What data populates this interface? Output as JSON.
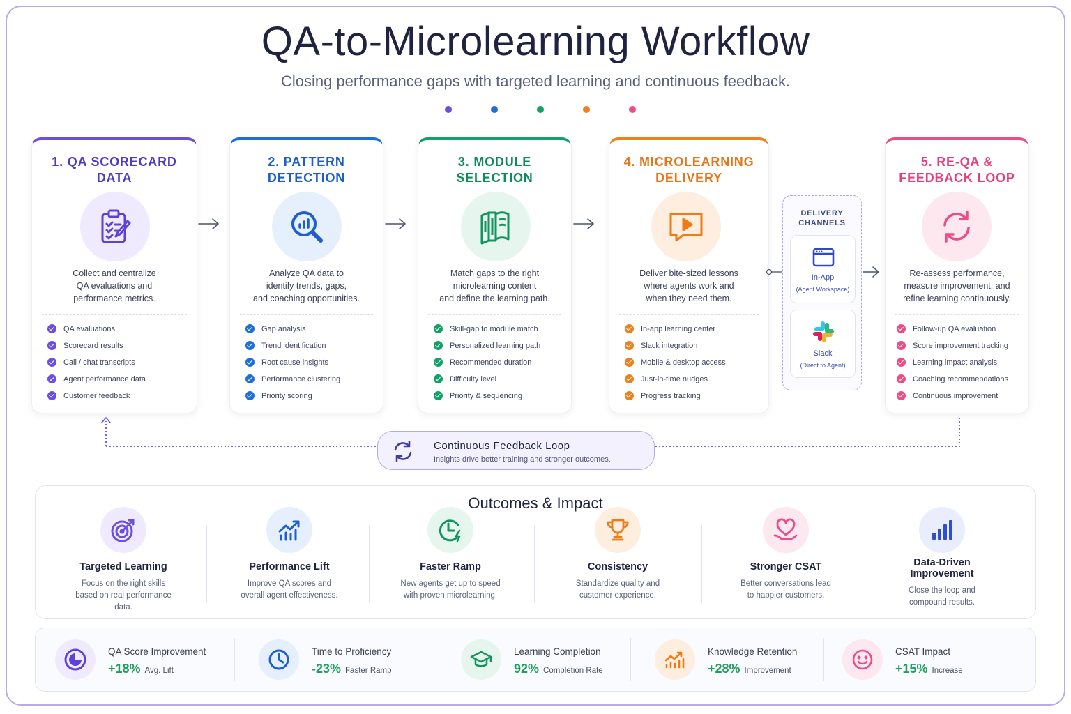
{
  "page": {
    "title": "QA-to-Microlearning Workflow",
    "subtitle": "Closing performance gaps with targeted learning and continuous feedback."
  },
  "colors": {
    "purple": "#6c4ee0",
    "blue": "#1e6fd9",
    "green": "#14a06a",
    "orange": "#f0801e",
    "pink": "#ec4d88",
    "metric_green": "#1e9f5c"
  },
  "steps": [
    {
      "number": "1.",
      "title_line1": "QA SCORECARD",
      "title_line2": "DATA",
      "icon": "clipboard-checklist-icon",
      "desc_lines": [
        "Collect and centralize",
        "QA evaluations and",
        "performance metrics."
      ],
      "items": [
        "QA evaluations",
        "Scorecard results",
        "Call / chat transcripts",
        "Agent performance data",
        "Customer feedback"
      ]
    },
    {
      "number": "2.",
      "title_line1": "PATTERN",
      "title_line2": "DETECTION",
      "icon": "magnifier-chart-icon",
      "desc_lines": [
        "Analyze QA data to",
        "identify trends, gaps,",
        "and coaching opportunities."
      ],
      "items": [
        "Gap analysis",
        "Trend identification",
        "Root cause insights",
        "Performance clustering",
        "Priority scoring"
      ]
    },
    {
      "number": "3.",
      "title_line1": "MODULE",
      "title_line2": "SELECTION",
      "icon": "book-modules-icon",
      "desc_lines": [
        "Match gaps to the right",
        "microlearning content",
        "and define the learning path."
      ],
      "items": [
        "Skill-gap to module match",
        "Personalized learning path",
        "Recommended duration",
        "Difficulty level",
        "Priority & sequencing"
      ]
    },
    {
      "number": "4.",
      "title_line1": "MICROLEARNING",
      "title_line2": "DELIVERY",
      "icon": "play-bubble-icon",
      "desc_lines": [
        "Deliver bite-sized lessons",
        "where agents work and",
        "when they need them."
      ],
      "items": [
        "In-app learning center",
        "Slack integration",
        "Mobile & desktop access",
        "Just-in-time nudges",
        "Progress tracking"
      ]
    },
    {
      "number": "5.",
      "title_line1": "RE-QA &",
      "title_line2": "FEEDBACK LOOP",
      "icon": "refresh-cycle-icon",
      "desc_lines": [
        "Re-assess performance,",
        "measure improvement, and",
        "refine learning continuously."
      ],
      "items": [
        "Follow-up QA evaluation",
        "Score improvement tracking",
        "Learning impact analysis",
        "Coaching recommendations",
        "Continuous improvement"
      ]
    }
  ],
  "channels": {
    "title_line1": "DELIVERY",
    "title_line2": "CHANNELS",
    "items": [
      {
        "name": "In-App",
        "sub": "(Agent Workspace)",
        "icon": "app-window-icon"
      },
      {
        "name": "Slack",
        "sub": "(Direct to Agent)",
        "icon": "slack-icon"
      }
    ]
  },
  "feedback_loop": {
    "title": "Continuous Feedback Loop",
    "subtitle": "Insights drive better training and stronger outcomes."
  },
  "outcomes": {
    "title": "Outcomes & Impact",
    "items": [
      {
        "name": "Targeted Learning",
        "desc_lines": [
          "Focus on the right skills",
          "based on real performance",
          "data."
        ],
        "icon": "target-icon"
      },
      {
        "name": "Performance Lift",
        "desc_lines": [
          "Improve QA scores and",
          "overall agent effectiveness."
        ],
        "icon": "growth-chart-icon"
      },
      {
        "name": "Faster Ramp",
        "desc_lines": [
          "New agents get up to speed",
          "with proven microlearning."
        ],
        "icon": "clock-bolt-icon"
      },
      {
        "name": "Consistency",
        "desc_lines": [
          "Standardize quality and",
          "customer experience."
        ],
        "icon": "trophy-icon"
      },
      {
        "name": "Stronger CSAT",
        "desc_lines": [
          "Better conversations lead",
          "to happier customers."
        ],
        "icon": "heart-hand-icon"
      },
      {
        "name_lines": [
          "Data-Driven",
          "Improvement"
        ],
        "desc_lines": [
          "Close the loop and",
          "compound results."
        ],
        "icon": "bar-chart-icon"
      }
    ]
  },
  "metrics": [
    {
      "label": "QA Score Improvement",
      "value": "+18%",
      "unit": "Avg. Lift",
      "icon": "gauge-icon"
    },
    {
      "label": "Time to Proficiency",
      "value": "-23%",
      "unit": "Faster Ramp",
      "icon": "clock-icon"
    },
    {
      "label": "Learning Completion",
      "value": "92%",
      "unit": "Completion Rate",
      "icon": "graduation-cap-icon"
    },
    {
      "label": "Knowledge Retention",
      "value": "+28%",
      "unit": "Improvement",
      "icon": "trend-up-icon"
    },
    {
      "label": "CSAT Impact",
      "value": "+15%",
      "unit": "Increase",
      "icon": "smiley-icon"
    }
  ]
}
